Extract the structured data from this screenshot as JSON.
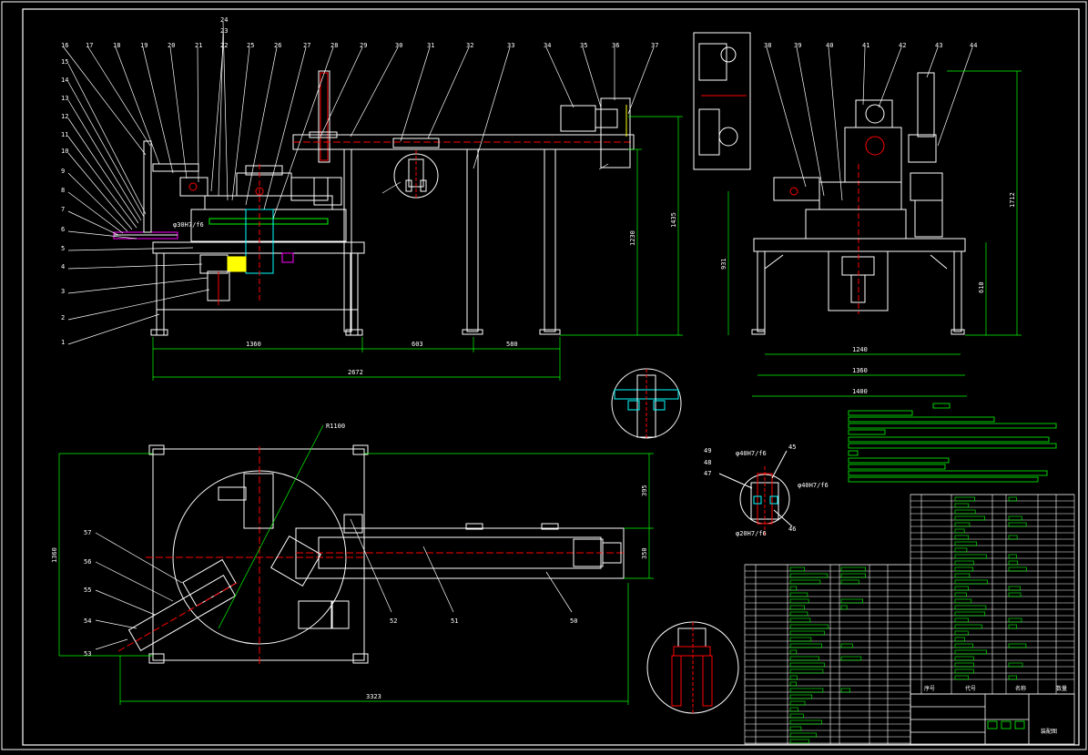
{
  "drawing": {
    "colors": {
      "background": "#000000",
      "outline": "#ffffff",
      "dimension": "#00ff00",
      "centerline": "#ff0000",
      "accent_yellow": "#ffff00",
      "accent_cyan": "#00ffff",
      "accent_magenta": "#ff00ff"
    },
    "part_numbers_left": [
      "1",
      "2",
      "3",
      "4",
      "5",
      "6",
      "7",
      "8",
      "9",
      "10",
      "11",
      "12",
      "13",
      "14",
      "15"
    ],
    "part_numbers_top": [
      "16",
      "17",
      "18",
      "19",
      "20",
      "21",
      "22",
      "23",
      "24",
      "25",
      "26",
      "27",
      "28",
      "29",
      "30",
      "31",
      "32",
      "33",
      "34",
      "35",
      "36",
      "37"
    ],
    "part_numbers_side": [
      "38",
      "39",
      "40",
      "41",
      "42",
      "43",
      "44"
    ],
    "part_numbers_detail": [
      "45",
      "46",
      "47",
      "48",
      "49"
    ],
    "part_numbers_plan": [
      "50",
      "51",
      "52",
      "53",
      "54",
      "55",
      "56",
      "57"
    ],
    "front_view_dims": {
      "bottom_1": "1360",
      "bottom_2": "603",
      "bottom_3": "580",
      "total": "2672",
      "height_1": "1230",
      "height_2": "1435"
    },
    "side_view_dims": {
      "w1": "1240",
      "w2": "1360",
      "w3": "1400",
      "h_left": "931",
      "h_right": "610",
      "h_total": "1712"
    },
    "plan_view_dims": {
      "radius": "R1100",
      "height": "1360",
      "r_right_1": "395",
      "r_right_2": "350",
      "length": "3323"
    },
    "fit_labels": {
      "front": "φ30H7/f6",
      "detail_1": "φ40H7/f6",
      "detail_2": "φ40H7/f6",
      "detail_3": "φ20H7/f6"
    },
    "title_block": {
      "col1": "序号",
      "col2": "代号",
      "col3": "名称",
      "col4": "数量",
      "name": "装配图"
    }
  }
}
